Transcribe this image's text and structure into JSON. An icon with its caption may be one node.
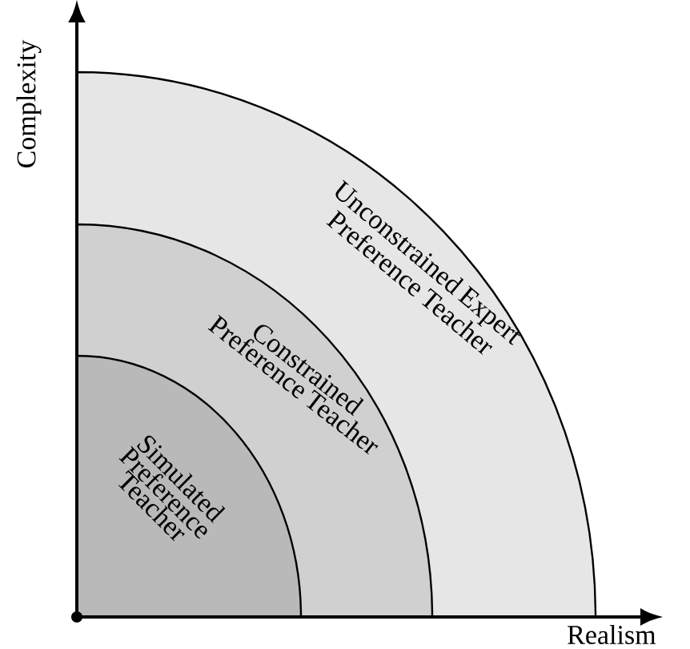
{
  "diagram": {
    "nodes": [
      {
        "text": [
          "Unconstrained Expert Preference Teacher"
        ]
      },
      {
        "text": [
          "Constrained Preference Teacher"
        ],
        "in": 0
      },
      {
        "text": [
          "Simulated Preference Teacher"
        ],
        "in": 1
      }
    ],
    "labels": [
      "Complexity",
      "Realism"
    ]
  }
}
